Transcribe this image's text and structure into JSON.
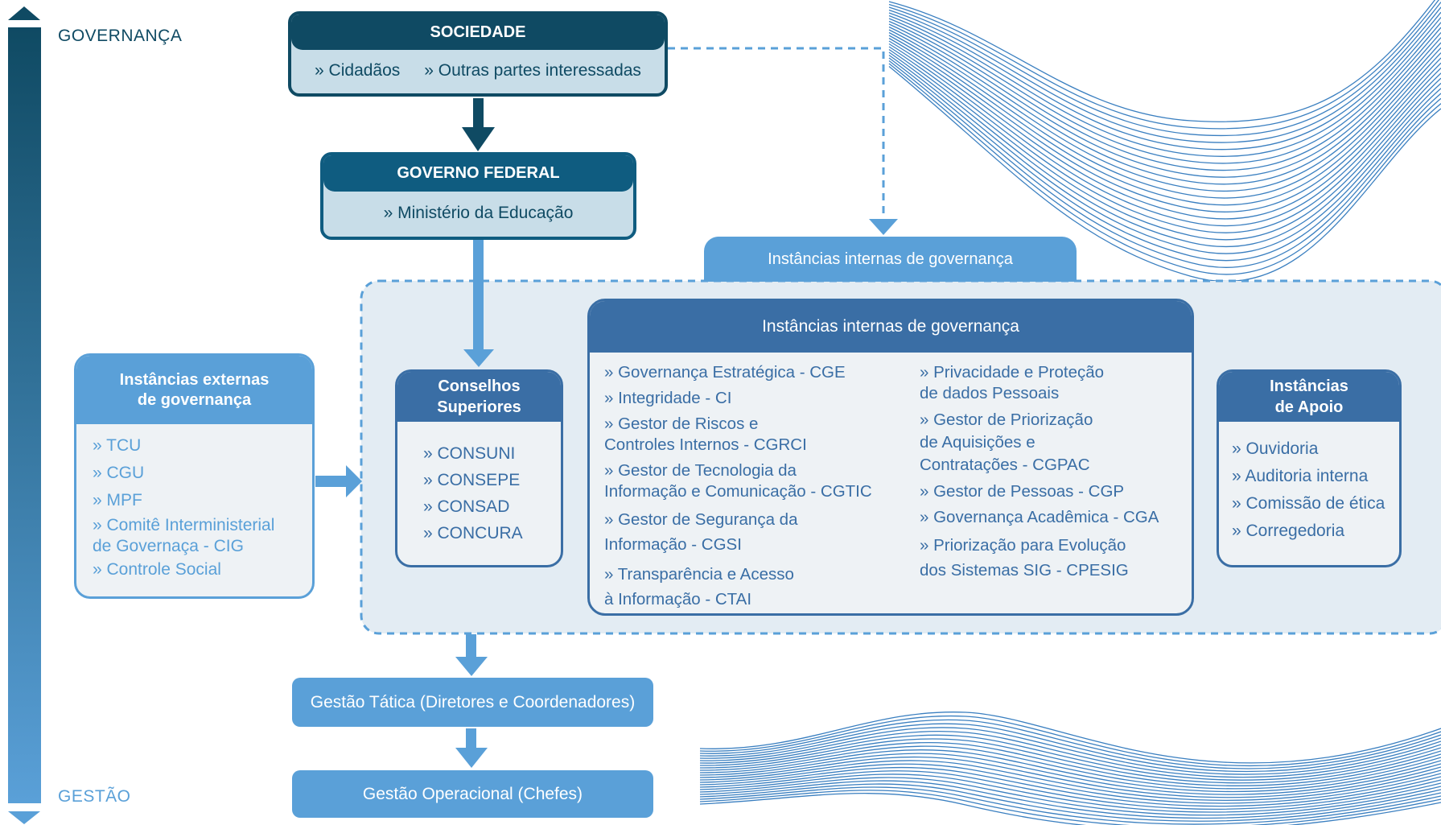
{
  "axis": {
    "top_label": "GOVERNANÇA",
    "bottom_label": "GESTÃO"
  },
  "sociedade": {
    "title": "SOCIEDADE",
    "items": [
      "» Cidadãos",
      "» Outras partes interessadas"
    ]
  },
  "governo": {
    "title": "GOVERNO FEDERAL",
    "items": [
      "» Ministério da Educação"
    ]
  },
  "top_tab": {
    "label": "Instâncias internas de governança"
  },
  "externas": {
    "title": "Instâncias externas\nde governança",
    "items": [
      "» TCU",
      "» CGU",
      "» MPF",
      "» Comitê Interministerial\n   de Governaça - CIG",
      "» Controle Social"
    ]
  },
  "conselhos": {
    "title": "Conselhos\nSuperiores",
    "items": [
      "» CONSUNI",
      "» CONSEPE",
      "» CONSAD",
      "» CONCURA"
    ]
  },
  "internas": {
    "title": "Instâncias internas de governança",
    "left": [
      "» Governança Estratégica - CGE",
      "» Integridade - CI",
      "» Gestor de Riscos e\n   Controles Internos - CGRCI",
      "» Gestor de Tecnologia da\n   Informação e Comunicação - CGTIC",
      "» Gestor de Segurança da\n   Informação - CGSI",
      "» Transparência e Acesso\n   à Informação - CTAI"
    ],
    "right": [
      "» Privacidade e Proteção\n   de dados Pessoais",
      "» Gestor de Priorização\n   de Aquisições e\n   Contratações - CGPAC",
      "» Gestor de Pessoas - CGP",
      "» Governança Acadêmica - CGA",
      "» Priorização para Evolução\n   dos Sistemas SIG - CPESIG"
    ]
  },
  "apoio": {
    "title": "Instâncias\nde Apoio",
    "items": [
      "» Ouvidoria",
      "» Auditoria interna",
      "» Comissão de ética",
      "» Corregedoria"
    ]
  },
  "tatica": {
    "label": "Gestão Tática (Diretores e Coordenadores)"
  },
  "operacional": {
    "label": "Gestão Operacional (Chefes)"
  },
  "colors": {
    "dark": "#0f4a63",
    "mid": "#3a6ea5",
    "light": "#5aa0d8",
    "pale": "#c8dde8",
    "panel": "#e3ecf3"
  }
}
